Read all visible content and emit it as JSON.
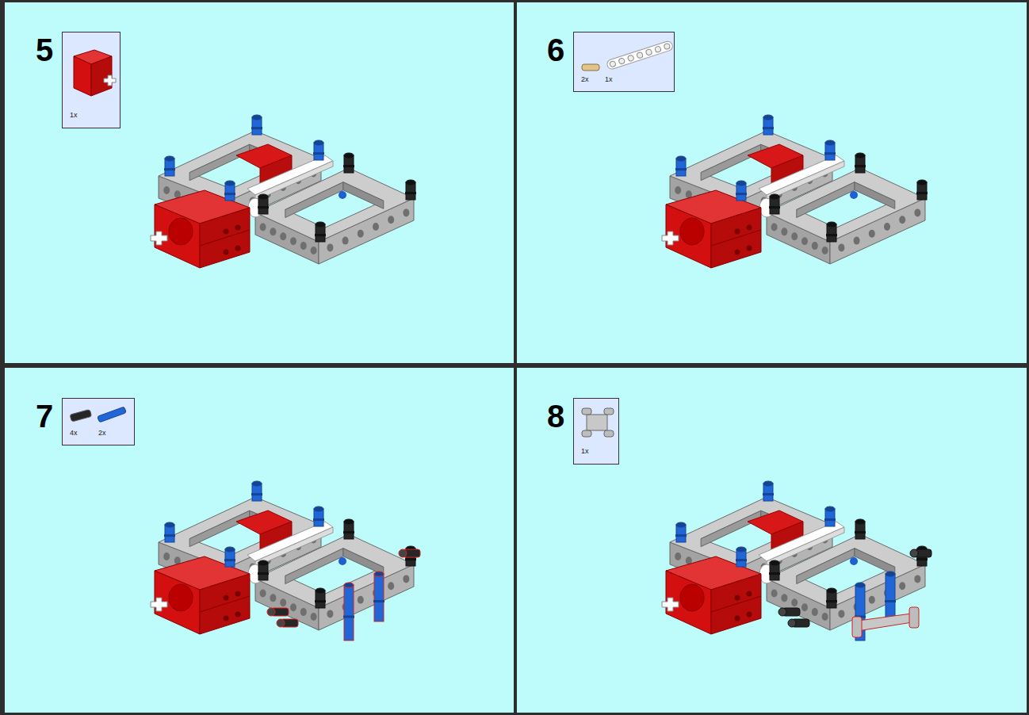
{
  "diagram": {
    "nodes": [
      {
        "text": [
          "5",
          "1x"
        ]
      },
      {
        "text": [
          "6",
          "2x",
          "1x"
        ]
      },
      {
        "text": [
          "7",
          "4x",
          "2x"
        ]
      },
      {
        "text": [
          "8",
          "1x"
        ]
      }
    ]
  }
}
